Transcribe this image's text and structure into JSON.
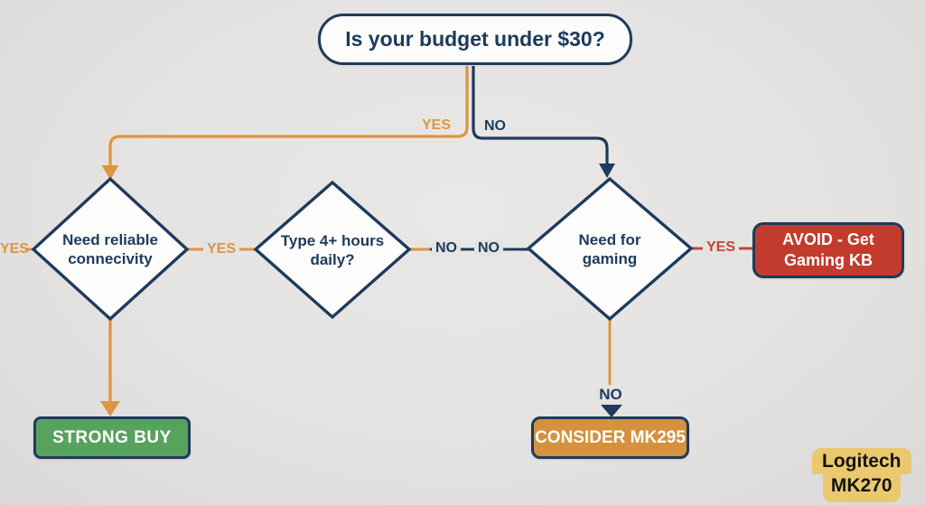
{
  "title_node": {
    "label": "Is your budget under $30?"
  },
  "decisions": {
    "connectivity": {
      "line1": "Need reliable",
      "line2": "connecivity"
    },
    "typing": {
      "line1": "Type 4+ hours",
      "line2": "daily?"
    },
    "gaming": {
      "line1": "Need for",
      "line2": "gaming"
    }
  },
  "results": {
    "avoid": {
      "line1": "AVOID - Get",
      "line2": "Gaming KB"
    },
    "strong_buy": {
      "label": "STRONG BUY"
    },
    "consider": {
      "label": "CONSIDER MK295"
    }
  },
  "product_tag": {
    "line1": "Logitech",
    "line2": "MK270"
  },
  "edge_labels": {
    "budget_yes": "YES",
    "budget_no": "NO",
    "connectivity_yes_left": "YES",
    "connectivity_yes_right": "YES",
    "typing_no_left": "NO",
    "typing_no_right": "NO",
    "gaming_yes": "YES",
    "gaming_no": "NO"
  },
  "colors": {
    "navy": "#1e3a5c",
    "orange": "#dd9540",
    "red_line": "#c4453a",
    "red_fill": "#c23b2d",
    "green": "#57a35e",
    "consider_orange": "#d5913d",
    "tag_yellow": "#eac86e",
    "background": "#e4e3e1"
  }
}
